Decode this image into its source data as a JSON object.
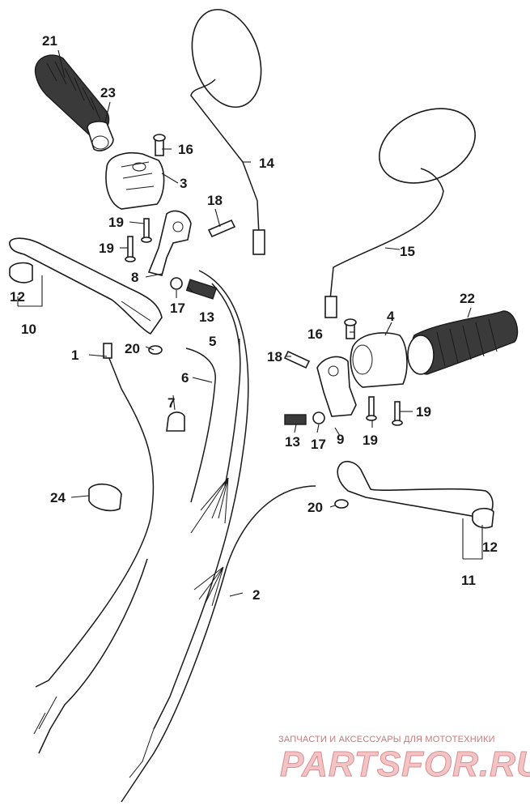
{
  "diagram": {
    "callouts": {
      "p1": "1",
      "p2": "2",
      "p3": "3",
      "p4": "4",
      "p5": "5",
      "p6": "6",
      "p7": "7",
      "p8": "8",
      "p9": "9",
      "p10": "10",
      "p11": "11",
      "p12a": "12",
      "p12b": "12",
      "p13a": "13",
      "p13b": "13",
      "p14": "14",
      "p15": "15",
      "p16a": "16",
      "p16b": "16",
      "p17a": "17",
      "p17b": "17",
      "p18a": "18",
      "p18b": "18",
      "p19a": "19",
      "p19b": "19",
      "p19c": "19",
      "p19d": "19",
      "p20a": "20",
      "p20b": "20",
      "p21": "21",
      "p22": "22",
      "p23": "23",
      "p24": "24"
    }
  },
  "watermark": {
    "tagline": "ЗАПЧАСТИ И АКСЕССУАРЫ ДЛЯ МОТОТЕХНИКИ",
    "logo": "PARTSFOR.RU"
  }
}
